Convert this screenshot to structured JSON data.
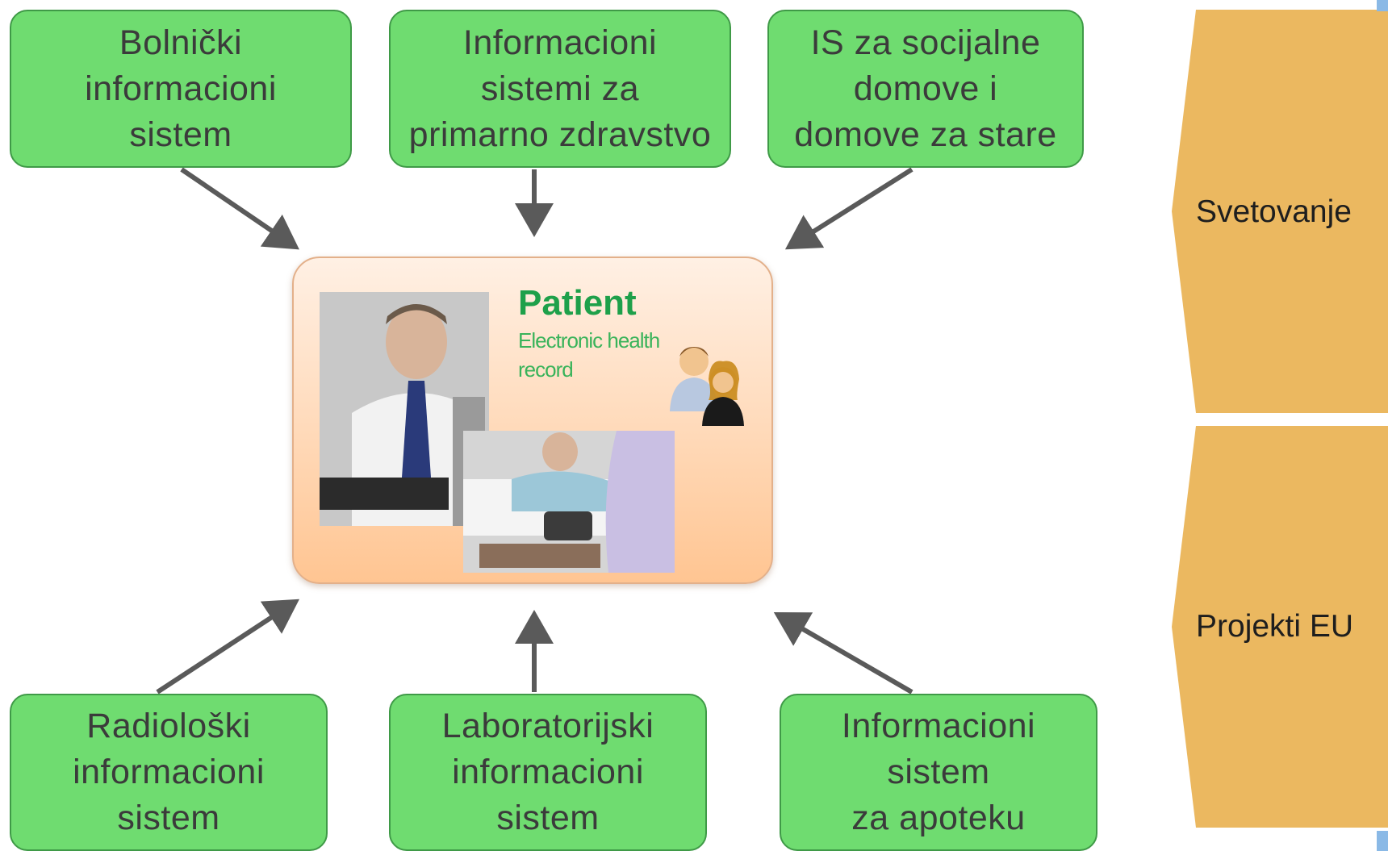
{
  "top_boxes": [
    {
      "lines": [
        "Bolnički",
        "informacioni",
        "sistem"
      ]
    },
    {
      "lines": [
        "Informacioni",
        "sistemi za",
        "primarno zdravstvo"
      ]
    },
    {
      "lines": [
        "IS za socijalne",
        "domove i",
        "domove za stare"
      ]
    }
  ],
  "bottom_boxes": [
    {
      "lines": [
        "Radiološki",
        "informacioni",
        "sistem"
      ]
    },
    {
      "lines": [
        "Laboratorijski",
        "informacioni",
        "sistem"
      ]
    },
    {
      "lines": [
        "Informacioni",
        "sistem",
        "za apoteku"
      ]
    }
  ],
  "center": {
    "title": "Patient",
    "subtitle_lines": [
      "Electronic health",
      "record"
    ]
  },
  "side": {
    "items": [
      "Svetovanje",
      "Projekti EU"
    ]
  },
  "colors": {
    "box_fill": "#6fdc70",
    "box_border": "#3f9a47",
    "center_fill": "#ffd9b8",
    "title_green": "#1ea04a",
    "hex_fill": "#ebb860",
    "arrow": "#5a5a5a"
  }
}
